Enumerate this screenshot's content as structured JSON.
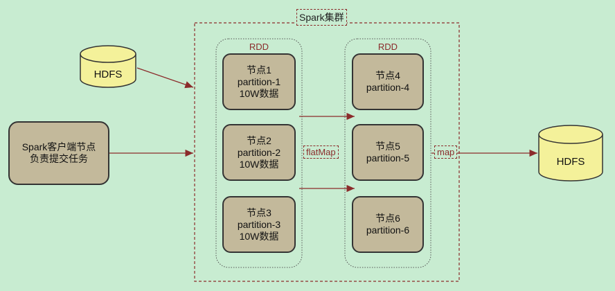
{
  "cluster": {
    "title": "Spark集群"
  },
  "sources": {
    "hdfs_in": "HDFS",
    "client": "Spark客户端节点\n负责提交任务"
  },
  "rdd_left": {
    "title": "RDD",
    "nodes": [
      {
        "text": "节点1\npartition-1\n10W数据"
      },
      {
        "text": "节点2\npartition-2\n10W数据"
      },
      {
        "text": "节点3\npartition-3\n10W数据"
      }
    ]
  },
  "rdd_right": {
    "title": "RDD",
    "nodes": [
      {
        "text": "节点4\npartition-4"
      },
      {
        "text": "节点5\npartition-5"
      },
      {
        "text": "节点6\npartition-6"
      }
    ]
  },
  "ops": {
    "flatmap": "flatMap",
    "map": "map"
  },
  "sink": {
    "hdfs_out": "HDFS"
  },
  "colors": {
    "background": "#c8ecd1",
    "node_fill": "#c3b99b",
    "cylinder_fill": "#f4f19a",
    "accent": "#8b2b2b"
  }
}
